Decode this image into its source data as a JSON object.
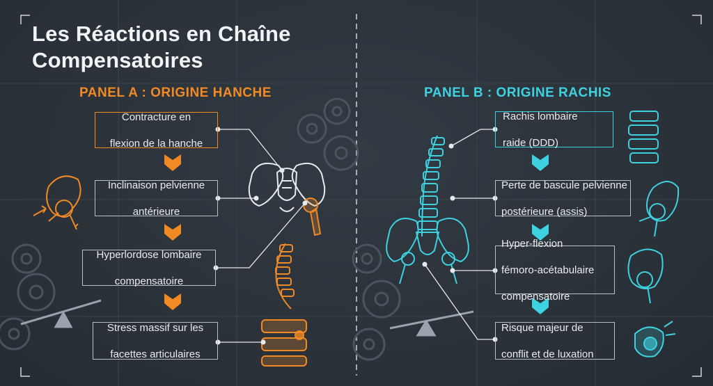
{
  "title": {
    "line1": "Les Réactions en Chaîne",
    "line2": "Compensatoires"
  },
  "panel_a": {
    "title": "PANEL A : ORIGINE HANCHE",
    "steps": [
      {
        "line1": "Contracture en",
        "line2": "flexion de la hanche"
      },
      {
        "line1": "Inclinaison pelvienne",
        "line2": "antérieure"
      },
      {
        "line1": "Hyperlordose lombaire",
        "line2": "compensatoire"
      },
      {
        "line1": "Stress massif sur les",
        "line2": "facettes articulaires"
      }
    ]
  },
  "panel_b": {
    "title": "PANEL B : ORIGINE RACHIS",
    "steps": [
      {
        "line1": "Rachis lombaire",
        "line2": "raide (DDD)"
      },
      {
        "line1": "Perte de bascule pelvienne",
        "line2": "postérieure (assis)"
      },
      {
        "line1": "Hyper-flexion",
        "line2": "fémoro-acétabulaire",
        "line3": "compensatoire"
      },
      {
        "line1": "Risque majeur de",
        "line2": "conflit et de luxation"
      }
    ]
  },
  "colors": {
    "background": "#2b3138",
    "panel_a_accent": "#f08a24",
    "panel_b_accent": "#3ed2e0",
    "text": "#e9ecef",
    "box_border": "#b8c0c8"
  },
  "icons": [
    "gear-icon",
    "balance-scale-icon",
    "pelvis-icon",
    "spine-icon",
    "hip-joint-icon",
    "vertebra-icon",
    "femur-icon"
  ]
}
